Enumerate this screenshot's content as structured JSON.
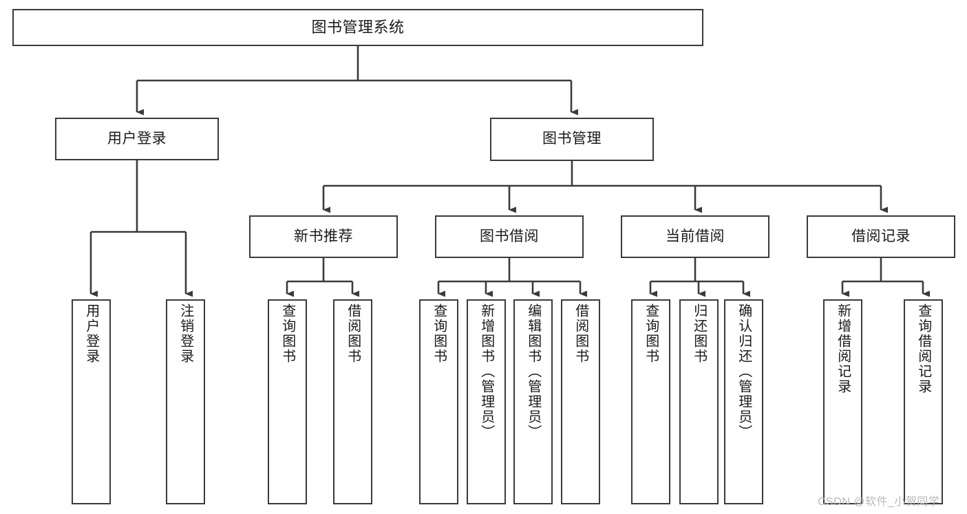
{
  "diagram": {
    "type": "tree-hierarchy",
    "title": "图书管理系统",
    "background_color": "#ffffff",
    "line_color": "#3a3a3a",
    "box_fill": "#ffffff",
    "text_color": "#1a1a1a"
  },
  "nodes": {
    "root": {
      "label": "图书管理系统"
    },
    "level2": [
      {
        "label": "用户登录"
      },
      {
        "label": "图书管理"
      }
    ],
    "level3": [
      {
        "label": "新书推荐"
      },
      {
        "label": "图书借阅"
      },
      {
        "label": "当前借阅"
      },
      {
        "label": "借阅记录"
      }
    ],
    "leaves": {
      "user_login": [
        {
          "label": "用户登录"
        },
        {
          "label": "注销登录"
        }
      ],
      "new_book_recommend": [
        {
          "label": "查询图书"
        },
        {
          "label": "借阅图书"
        }
      ],
      "book_borrow": [
        {
          "label": "查询图书"
        },
        {
          "label": "新增图书（管理员）"
        },
        {
          "label": "编辑图书（管理员）"
        },
        {
          "label": "借阅图书"
        }
      ],
      "current_borrow": [
        {
          "label": "查询图书"
        },
        {
          "label": "归还图书"
        },
        {
          "label": "确认归还（管理员）"
        }
      ],
      "borrow_records": [
        {
          "label": "新增借阅记录"
        },
        {
          "label": "查询借阅记录"
        }
      ]
    }
  },
  "watermark": {
    "text": "CSDN @软件_小贺同学"
  }
}
